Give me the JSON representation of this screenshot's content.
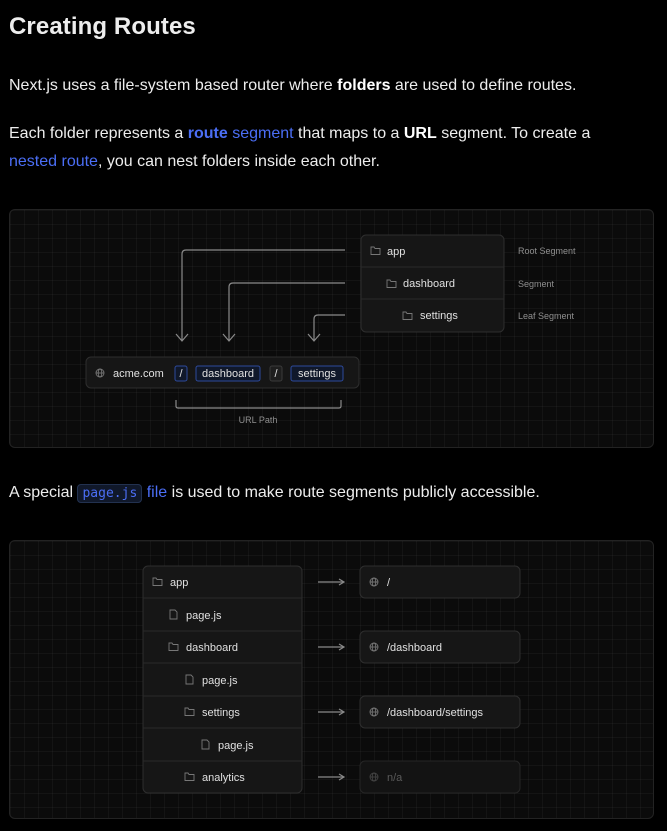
{
  "title": "Creating Routes",
  "para1": {
    "text1": "Next.js uses a file-system based router where ",
    "bold": "folders",
    "text2": " are used to define routes."
  },
  "para2": {
    "text1": "Each folder represents a ",
    "link1": "route",
    "link2": "segment",
    "text2": " that maps to a ",
    "bold": "URL",
    "text3": " segment. To create a",
    "link3": "nested route",
    "text4": ", you can nest folders inside each other."
  },
  "diagram1": {
    "folders": [
      "app",
      "dashboard",
      "settings"
    ],
    "segment_labels": [
      "Root Segment",
      "Segment",
      "Leaf Segment"
    ],
    "url": {
      "domain": "acme.com",
      "sep1": "/",
      "seg1": "dashboard",
      "sep2": "/",
      "seg2": "settings"
    },
    "url_path_label": "URL Path"
  },
  "para3": {
    "text1": "A special ",
    "code": "page.js",
    "link": "file",
    "text2": " is used to make route segments publicly accessible."
  },
  "diagram2": {
    "tree": [
      "app",
      "page.js",
      "dashboard",
      "page.js",
      "settings",
      "page.js",
      "analytics"
    ],
    "routes": [
      "/",
      "/dashboard",
      "/dashboard/settings",
      "n/a"
    ]
  },
  "colors": {
    "link": "#4b6ef5",
    "background": "#000000",
    "text": "#ededed"
  }
}
